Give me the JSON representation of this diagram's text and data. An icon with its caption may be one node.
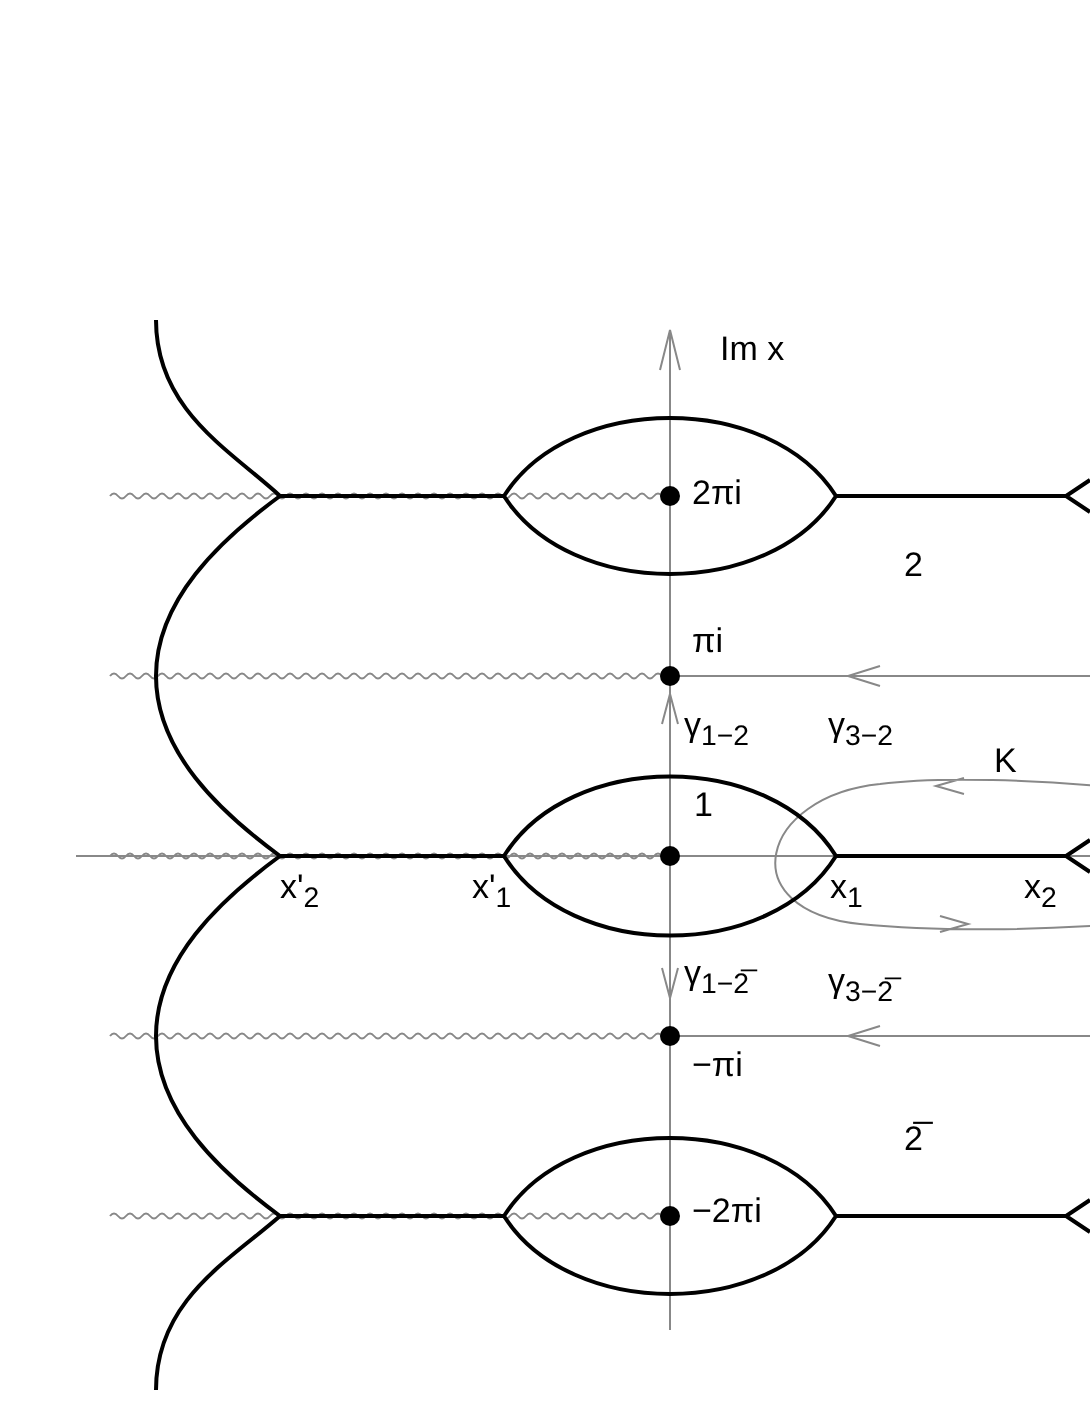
{
  "diagram": {
    "labels": [
      "Im x",
      "2πi",
      "2",
      "πi",
      "γ$_{1−2}$",
      "γ$_{3−2}$",
      "K",
      "1",
      "x'$_{2}$",
      "x'$_{1}$",
      "x$_{1}$",
      "x$_{2}$",
      "γ$_{1−2̅}$",
      "γ$_{3−2̅}$",
      "−πi",
      "2̅",
      "−2πi"
    ]
  }
}
